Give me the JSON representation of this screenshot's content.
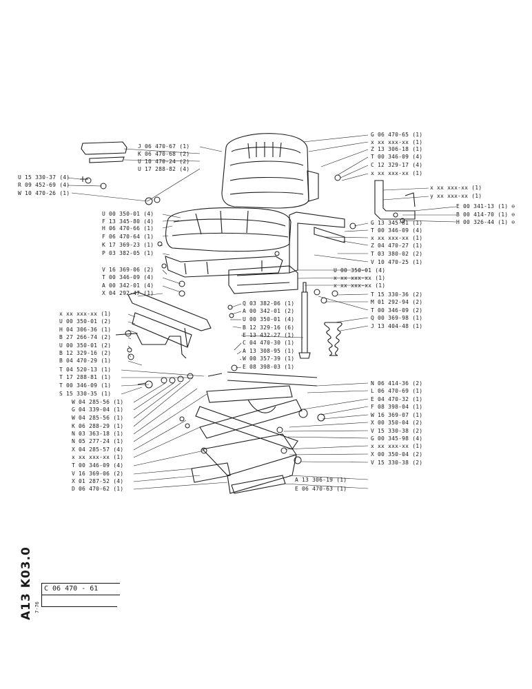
{
  "sheet": {
    "side_code": "A13 K03.0",
    "side_date": "7-76",
    "ref_number": "C 06 470 - 61"
  },
  "labels_right": [
    "G 06 470-65 (1)",
    "x xx xxx-xx (1)",
    "Z 13 306-18 (1)",
    "T 00 346-09 (4)",
    "C 12 329-17 (4)",
    "x xx xxx-xx (1)",
    "x xx xxx-xx (1)",
    "y xx xxx-xx (1)",
    "E 00 341-13 (1) ⊖",
    "B 00 414-70 (1) ⊖",
    "H 00 326-44 (1) ⊖",
    "G 13 345-81 (1)",
    "T 00 346-09 (4)",
    "x xx xxx-xx (1)",
    "Z 04 470-27 (1)",
    "T 03 380-02 (2)",
    "V 10 470-25 (1)",
    "U 00 350-01 (4)",
    "x xx xxx-xx (1)",
    "x xx xxx-xx (1)",
    "T 15 330-36 (2)",
    "M 01 292-94 (2)",
    "T 00 346-09 (2)",
    "Q 00 369-98 (1)",
    "J 13 404-48 (1)",
    "N 06 414-36 (2)",
    "L 06 470-69 (1)",
    "E 04 470-32 (1)",
    "F 08 398-04 (1)",
    "W 16 369-07 (1)",
    "X 00 350-04 (2)",
    "V 15 330-38 (2)",
    "G 00 345-98 (4)",
    "x xx xxx-xx (1)",
    "X 00 350-04 (2)",
    "V 15 330-38 (2)",
    "A 13 306-19 (1)",
    "E 06 470-63 (1)"
  ],
  "labels_left": [
    "J 06 470-67 (1)",
    "K 06 470-68 (2)",
    "U 10 470-24 (2)",
    "U 17 288-82 (4)",
    "U 15 330-37 (4)",
    "R 09 452-69 (4)",
    "W 10 470-26 (1)",
    "U 00 350-01 (4)",
    "F 13 345-80 (4)",
    "H 06 470-66 (1)",
    "F 06 470-64 (1)",
    "K 17 369-23 (1)",
    "P 03 382-05 (1)",
    "V 16 369-06 (2)",
    "T 00 346-09 (4)",
    "A 00 342-01 (4)",
    "X 04 292-47 (1)",
    "x xx xxx-xx (1)",
    "U 00 350-01 (2)",
    "H 04 306-36 (1)",
    "B 27 266-74 (2)",
    "U 00 350-01 (2)",
    "B 12 329-16 (2)",
    "B 04 470-29 (1)",
    "T 04 520-13 (1)",
    "T 17 288-81 (1)",
    "T 00 346-09 (1)",
    "S 15 330-35 (1)",
    "W 04 285-56 (1)",
    "G 04 339-04 (1)",
    "W 04 285-56 (1)",
    "K 06 288-29 (1)",
    "N 03 363-18 (1)",
    "N 05 277-24 (1)",
    "X 04 285-57 (4)",
    "x xx xxx-xx (1)",
    "T 00 346-09 (4)",
    "V 16 369-06 (2)",
    "X 01 287-52 (4)",
    "D 06 470-62 (1)"
  ],
  "labels_center": [
    "Q 03 382-06 (1)",
    "A 00 342-01 (2)",
    "U 00 350-01 (4)",
    "B 12 329-16 (6)",
    "E 13 432-27 (1)",
    "C 04 470-30 (1)",
    "A 13 308-95 (1)",
    "W 00 357-39 (1)",
    "E 08 398-03 (1)"
  ]
}
